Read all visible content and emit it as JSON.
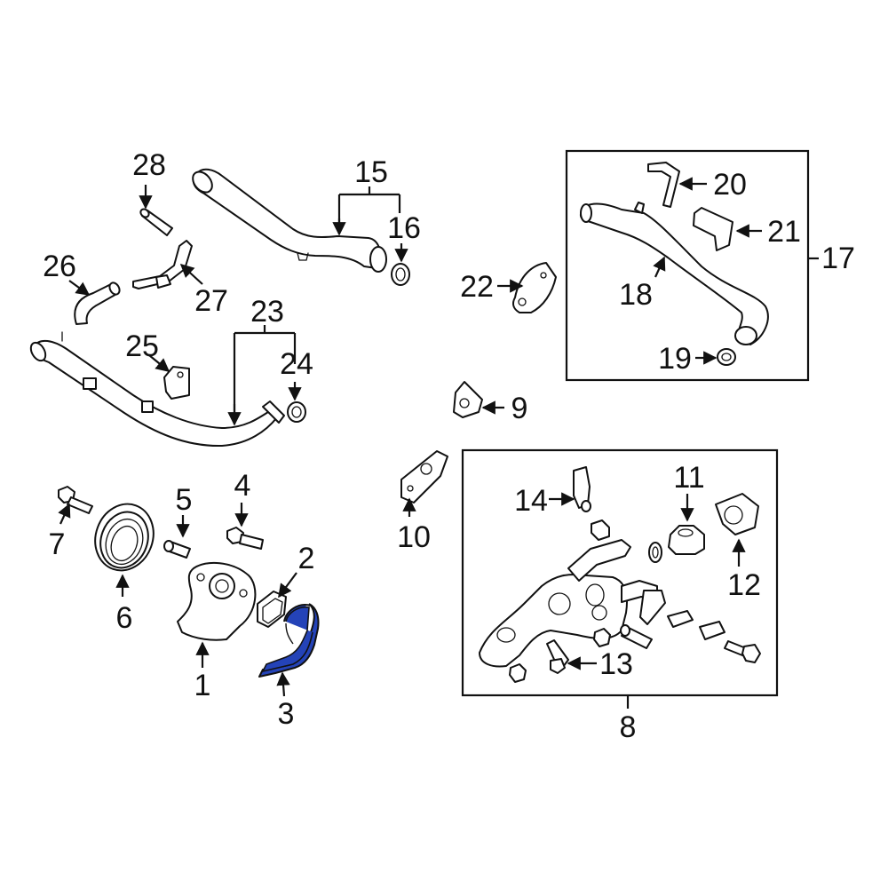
{
  "diagram": {
    "highlight_color": "#2443b8",
    "callouts": {
      "c1": "1",
      "c2": "2",
      "c3": "3",
      "c4": "4",
      "c5": "5",
      "c6": "6",
      "c7": "7",
      "c8": "8",
      "c9": "9",
      "c10": "10",
      "c11": "11",
      "c12": "12",
      "c13": "13",
      "c14": "14",
      "c15": "15",
      "c16": "16",
      "c17": "17",
      "c18": "18",
      "c19": "19",
      "c20": "20",
      "c21": "21",
      "c22": "22",
      "c23": "23",
      "c24": "24",
      "c25": "25",
      "c26": "26",
      "c27": "27",
      "c28": "28"
    }
  }
}
